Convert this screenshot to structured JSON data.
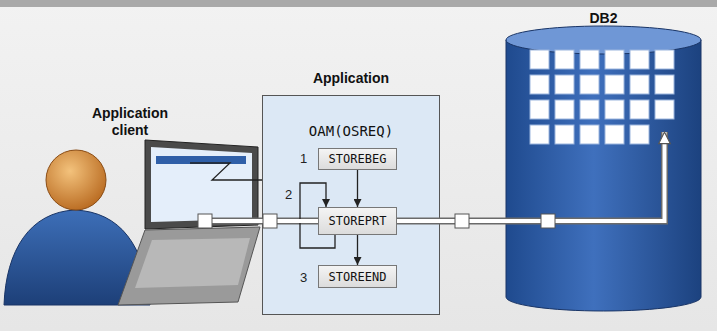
{
  "diagram": {
    "nodes": [
      {
        "text": [
          "Application client"
        ]
      },
      {
        "text": [
          "Application",
          "OAM(OSREQ)"
        ]
      },
      {
        "text": [
          "STOREBEG"
        ],
        "in": 1
      },
      {
        "text": [
          "STOREPRT"
        ],
        "in": 1
      },
      {
        "text": [
          "STOREEND"
        ],
        "in": 1
      },
      {
        "text": [
          "DB2"
        ]
      }
    ],
    "edges": [
      {
        "from": 0,
        "to": 1,
        "arrow": "none"
      },
      {
        "from": 2,
        "to": 3,
        "arrow": "to"
      },
      {
        "from": 3,
        "to": 4,
        "arrow": "to"
      },
      {
        "from": 3,
        "to": 3,
        "arrow": "to"
      },
      {
        "from": 0,
        "to": 3,
        "arrow": "none"
      },
      {
        "from": 3,
        "to": 5,
        "arrow": "to"
      }
    ],
    "labels": [
      "1",
      "2",
      "3"
    ]
  }
}
